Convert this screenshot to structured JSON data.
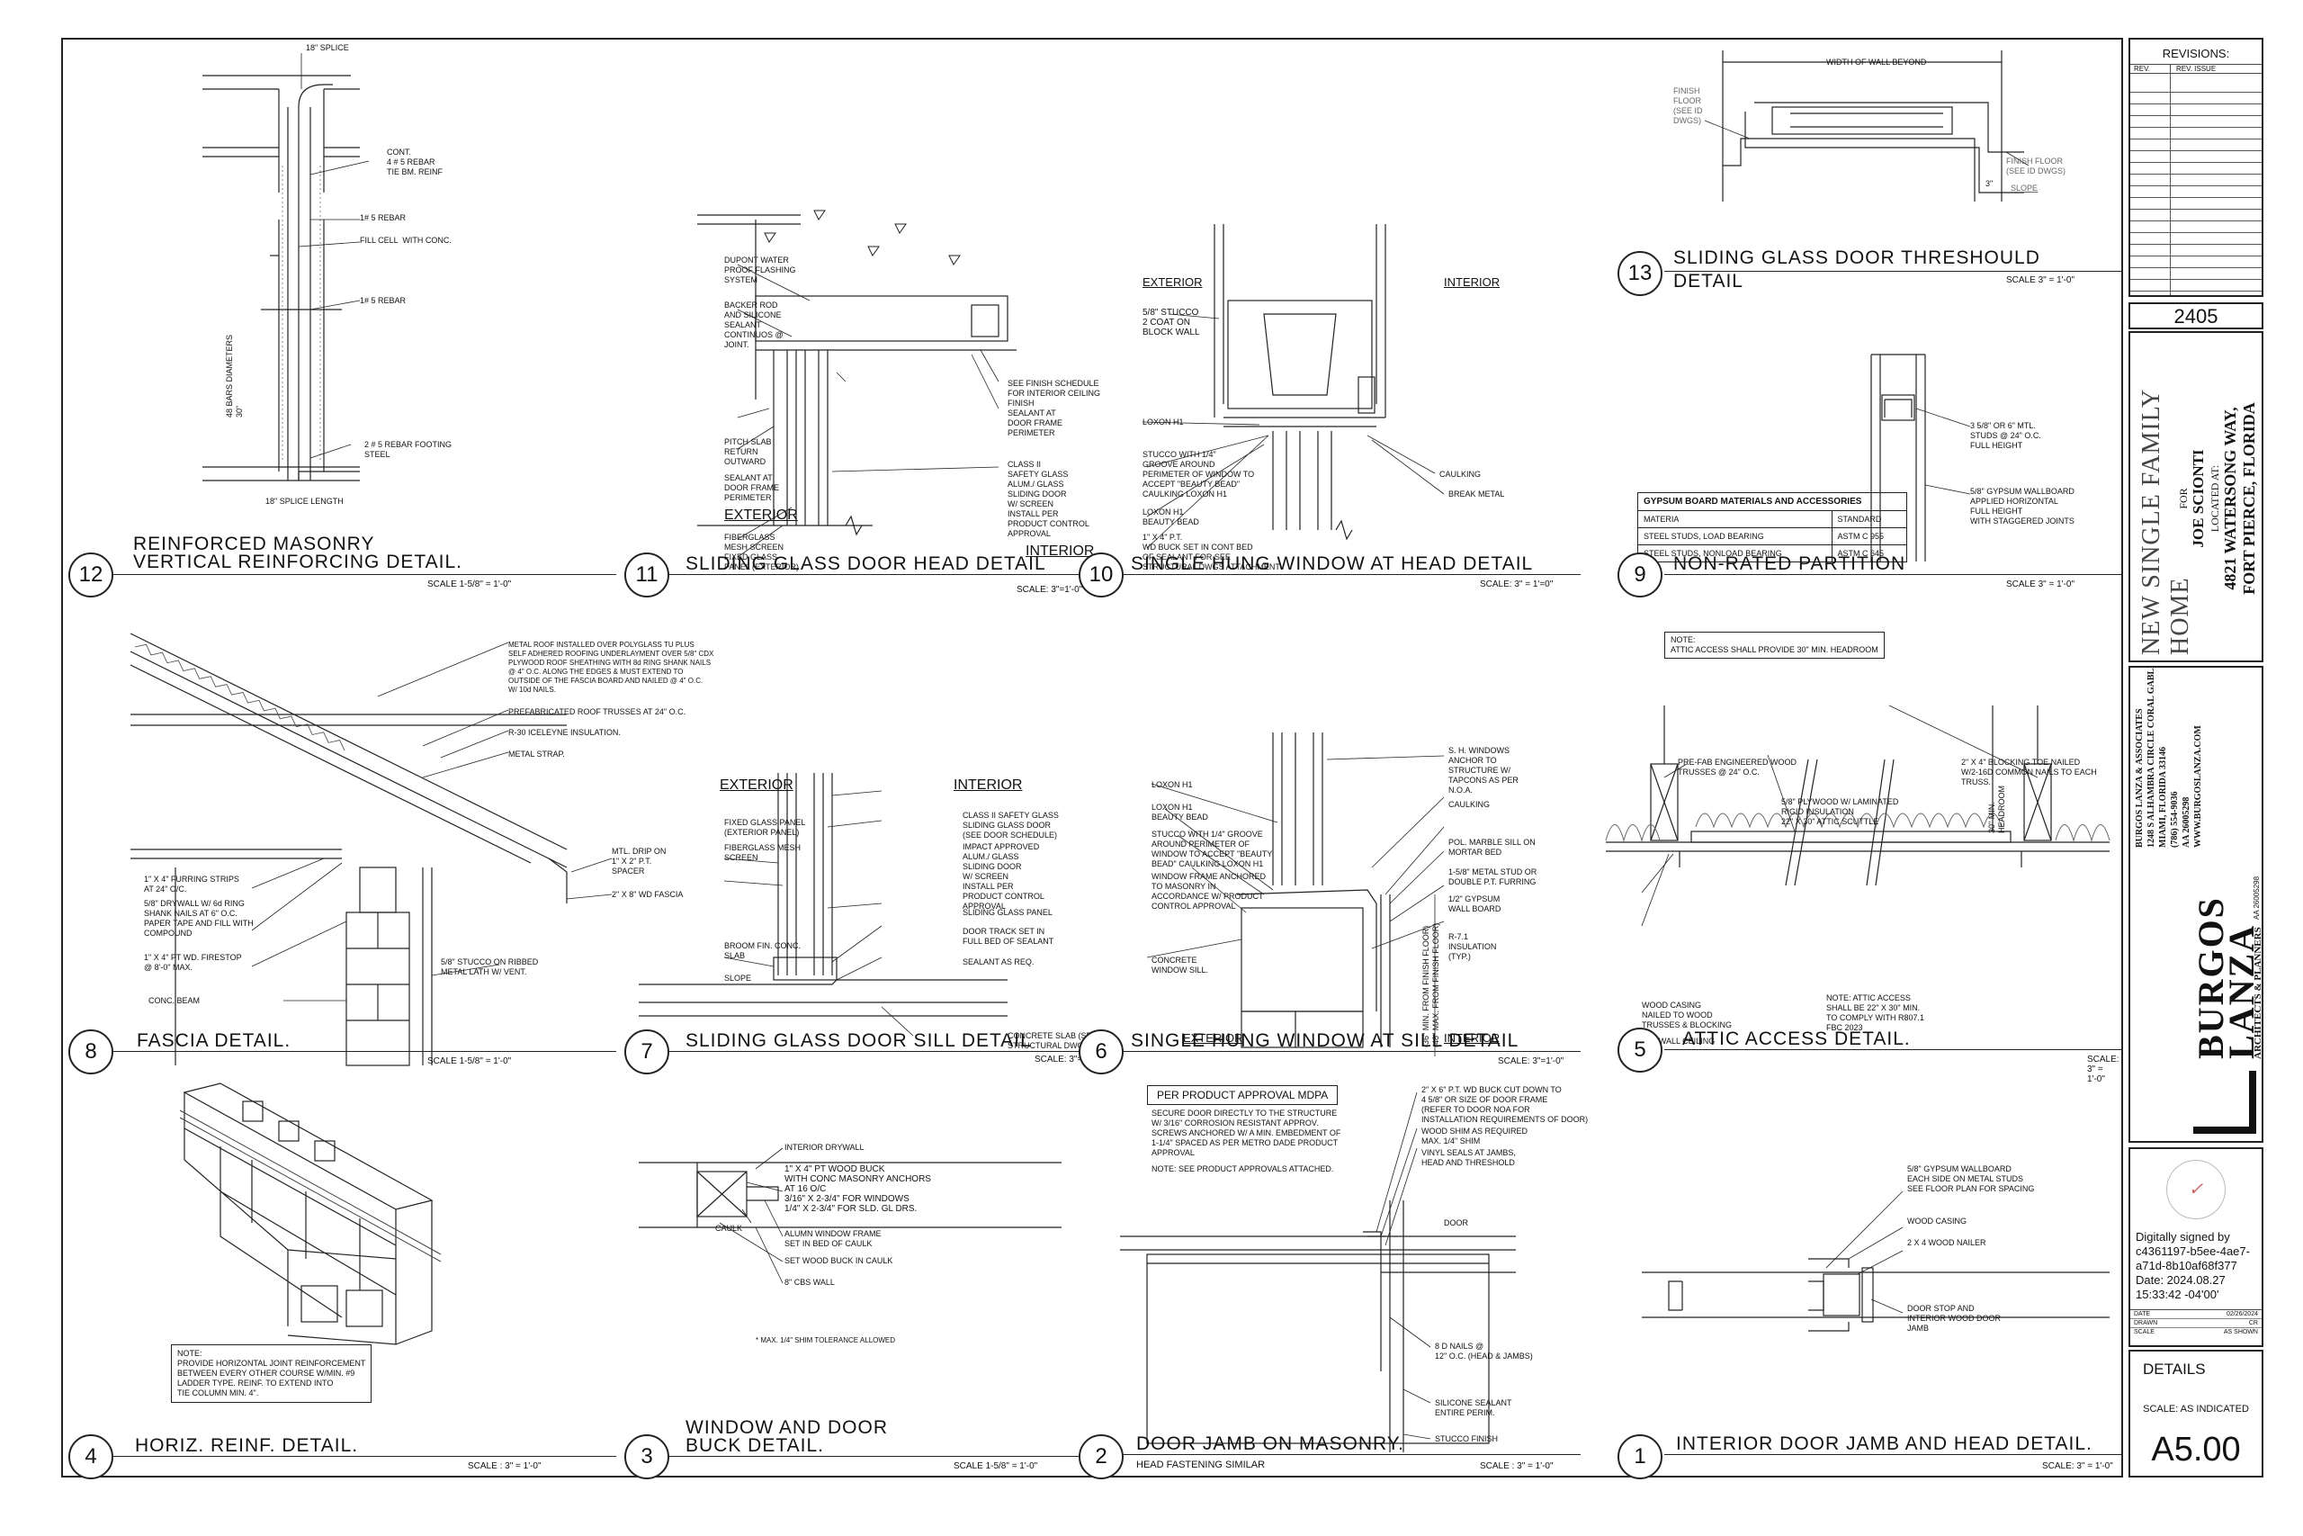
{
  "details": {
    "d12": {
      "num": "12",
      "title1": "REINFORCED MASONRY",
      "title2": "VERTICAL REINFORCING DETAIL.",
      "scale": "SCALE   1-5/8\" = 1'-0\"",
      "labels": [
        "18\" SPLICE",
        "CONT.\n4 # 5 REBAR\nTIE BM. REINF",
        "1# 5 REBAR",
        "FILL CELL  WITH CONC.",
        "1# 5 REBAR",
        "2 # 5 REBAR FOOTING\nSTEEL",
        "18\" SPLICE LENGTH",
        "48 BARS DIAMETERS\n30\""
      ]
    },
    "d11": {
      "num": "11",
      "title": "SLIDING GLASS DOOR HEAD DETAIL",
      "scale": "SCALE: 3\"=1'-0\"",
      "exterior": "EXTERIOR",
      "interior": "INTERIOR",
      "labels": [
        "DUPONT WATER\nPROOF FLASHING\nSYSTEM",
        "BACKER ROD\nAND SILICONE\nSEALANT\nCONTINUOS @\nJOINT.",
        "PITCH SLAB\nRETURN\nOUTWARD",
        "SEALANT AT\nDOOR FRAME\nPERIMETER",
        "SEE FINISH SCHEDULE\nFOR INTERIOR CEILING\nFINISH",
        "SEALANT AT\nDOOR FRAME\nPERIMETER",
        "CLASS II\nSAFETY GLASS\nALUM./ GLASS\nSLIDING DOOR\nW/ SCREEN\nINSTALL PER\nPRODUCT CONTROL\nAPPROVAL",
        "FIBERGLASS\nMESH SCREEN",
        "FIXED GLASS\nPANEL (EXTERIOR)"
      ]
    },
    "d10": {
      "num": "10",
      "title": "SINGLE HUNG WINDOW AT HEAD DETAIL",
      "scale": "SCALE: 3\" = 1'=0\"",
      "exterior": "EXTERIOR",
      "interior": "INTERIOR",
      "labels": [
        "5/8\" STUCCO\n2 COAT ON\nBLOCK WALL",
        "LOXON H1",
        "STUCCO WITH 1/4\"\nGROOVE AROUND\nPERIMETER OF WINDOW TO\nACCEPT \"BEAUTY BEAD\"\nCAULKING LOXON H1",
        "LOXON H1\nBEAUTY BEAD",
        "1\" X 4\" P.T.\nWD BUCK SET IN CONT BED\nOF SEALANT FOR SEE\nSTRUCTURAL DWGS ATTACHMENT",
        "CAULKING",
        "BREAK METAL"
      ]
    },
    "d13": {
      "num": "13",
      "title1": "SLIDING GLASS DOOR THRESHOULD",
      "title2": "DETAIL",
      "scale": "SCALE  3\" = 1'-0\"",
      "labels": [
        "WIDTH OF WALL BEYOND",
        "FINISH\nFLOOR\n(SEE ID\nDWGS)",
        "FINISH FLOOR\n(SEE ID DWGS)",
        "SLOPE",
        "3\""
      ]
    },
    "d9": {
      "num": "9",
      "title": "NON-RATED PARTITION",
      "scale": "SCALE   3\" = 1'-0\"",
      "labels": [
        "3 5/8\" OR 6\" MTL.\nSTUDS @ 24\" O.C.\nFULL HEIGHT",
        "5/8\" GYPSUM WALLBOARD\nAPPLIED HORIZONTAL\nFULL HEIGHT\nWITH STAGGERED JOINTS"
      ],
      "table": {
        "header": "GYPSUM BOARD MATERIALS AND ACCESSORIES",
        "rows": [
          [
            "MATERIA",
            "STANDARD"
          ],
          [
            "STEEL STUDS, LOAD BEARING",
            "ASTM C 955"
          ],
          [
            "STEEL STUDS, NONLOAD BEARING",
            "ASTM C 645"
          ]
        ]
      }
    },
    "d8": {
      "num": "8",
      "title": "FASCIA DETAIL.",
      "scale": "SCALE   1-5/8\" = 1'-0\"",
      "labels": [
        "METAL ROOF INSTALLED OVER POLYGLASS TU PLUS\nSELF ADHERED ROOFING UNDERLAYMENT OVER 5/8\" CDX\nPLYWOOD ROOF SHEATHING WITH 8d RING SHANK NAILS\n@ 4\" O.C. ALONG THE EDGES & MUST EXTEND TO\nOUTSIDE OF THE FASCIA BOARD AND NAILED @ 4\" O.C.\nW/ 10d NAILS.",
        "PREFABRICATED ROOF TRUSSES AT 24\" O.C.",
        "R-30 ICELEYNE INSULATION.",
        "METAL STRAP.",
        "MTL. DRIP ON\n1\" X 2\" P.T.\nSPACER",
        "2\" X 8\" WD FASCIA",
        "1\" X 4\" FURRING STRIPS\nAT 24\" O/C.",
        "5/8\" DRYWALL W/ 6d RING\nSHANK NAILS AT 6\" O.C.\nPAPER TAPE AND FILL WITH\nCOMPOUND",
        "1\" X 4\" PT WD. FIRESTOP\n@ 8'-0\" MAX.",
        "5/8\" STUCCO ON RIBBED\nMETAL LATH W/ VENT.",
        "CONC. BEAM"
      ]
    },
    "d7": {
      "num": "7",
      "title": "SLIDING GLASS DOOR SILL DETAIL",
      "scale": "SCALE: 3\"=1'-0\"",
      "exterior": "EXTERIOR",
      "interior": "INTERIOR",
      "labels": [
        "FIXED GLASS PANEL\n(EXTERIOR PANEL)",
        "FIBERGLASS MESH\nSCREEN",
        "BROOM FIN. CONC.\nSLAB",
        "SLOPE",
        "CLASS II SAFETY GLASS\nSLIDING GLASS DOOR\n(SEE DOOR SCHEDULE)",
        "IMPACT APPROVED\nALUM./ GLASS\nSLIDING DOOR\nW/ SCREEN\nINSTALL PER\nPRODUCT CONTROL\nAPPROVAL",
        "SLIDING GLASS PANEL",
        "DOOR TRACK SET IN\nFULL BED OF SEALANT",
        "SEALANT AS REQ.",
        "CONCRETE SLAB (SEE\nSTRUCTURAL DWGS.)"
      ]
    },
    "d6": {
      "num": "6",
      "title": "SINGLE HUNG WINDOW AT SILL DETAIL",
      "scale": "SCALE: 3\"=1'-0\"",
      "exterior": "EXTERIOR",
      "interior": "INTERIOR",
      "labels": [
        "LOXON H1",
        "LOXON H1\nBEAUTY BEAD",
        "STUCCO WITH 1/4\" GROOVE\nAROUND PERIMETER OF\nWINDOW TO ACCEPT \"BEAUTY\nBEAD\" CAULKING LOXON H1",
        "WINDOW FRAME ANCHORED\nTO MASONRY IN\nACCORDANCE W/ PRODUCT\nCONTROL APPROVAL",
        "CONCRETE\nWINDOW SILL.",
        "S. H. WINDOWS\nANCHOR TO\nSTRUCTURE W/\nTAPCONS AS PER\nN.O.A.",
        "CAULKING",
        "POL. MARBLE SILL ON\nMORTAR BED",
        "1-5/8\" METAL STUD OR\nDOUBLE P.T. FURRING",
        "1/2\" GYPSUM\nWALL BOARD",
        "R-7.1\nINSULATION\n(TYP.)",
        "(36\" MIN. FROM FINISH FLOOR)\n(48\" MAX. FROM FINISH FLOOR)"
      ]
    },
    "d5": {
      "num": "5",
      "title": "ATTIC ACCESS DETAIL.",
      "scale": "SCALE: 3\" = 1'-0\"",
      "note": "NOTE:\nATTIC ACCESS SHALL PROVIDE 30\" MIN. HEADROOM",
      "labels": [
        "PRE-FAB ENGINEERED WOOD\nTRUSSES @ 24\" O.C.",
        "2\" X 4\" BLOCKING TOE NAILED\nW/2-16D COMMON NAILS TO EACH\nTRUSS.",
        "5/8\" PLYWOOD W/ LAMINATED\nRIGID INSULATION\n22\" X 30\" ATTIC SCUTTLE",
        "30\" MIN.\nHEADROOM",
        "WOOD CASING\nNAILED TO WOOD\nTRUSSES & BLOCKING",
        "DRYWALL CEILING",
        "NOTE: ATTIC ACCESS\nSHALL BE 22\" X 30\" MIN.\nTO COMPLY WITH R807.1\nFBC 2023"
      ]
    },
    "d4": {
      "num": "4",
      "title": "HORIZ. REINF. DETAIL.",
      "scale": "SCALE : 3\" = 1'-0\"",
      "note": "NOTE:\nPROVIDE HORIZONTAL JOINT REINFORCEMENT\nBETWEEN EVERY OTHER COURSE W/MIN. #9\nLADDER TYPE. REINF. TO EXTEND INTO\nTIE COLUMN MIN. 4\"."
    },
    "d3": {
      "num": "3",
      "title1": "WINDOW AND DOOR",
      "title2": "BUCK DETAIL.",
      "scale": "SCALE    1-5/8\" = 1'-0\"",
      "labels": [
        "INTERIOR DRYWALL",
        "1\" X 4\" PT WOOD BUCK\nWITH CONC MASONRY ANCHORS\nAT 16 O/C\n3/16\" X 2-3/4\" FOR WINDOWS\n1/4\" X 2-3/4\" FOR SLD. GL DRS.",
        "CAULK",
        "ALUMN WINDOW FRAME\nSET IN BED OF CAULK",
        "SET WOOD BUCK IN CAULK",
        "8\" CBS WALL",
        "* MAX. 1/4\" SHIM TOLERANCE ALLOWED"
      ]
    },
    "d2": {
      "num": "2",
      "title": "DOOR JAMB ON MASONRY.",
      "subtitle": "HEAD FASTENING SIMILAR",
      "scale": "SCALE : 3\" = 1'-0\"",
      "box": "PER PRODUCT APPROVAL MDPA",
      "labels": [
        "SECURE DOOR DIRECTLY TO THE STRUCTURE\nW/ 3/16\" CORROSION RESISTANT APPROV.\nSCREWS ANCHORED W/ A MIN. EMBEDMENT OF\n1-1/4\" SPACED AS PER METRO DADE PRODUCT\nAPPROVAL",
        "NOTE: SEE PRODUCT APPROVALS ATTACHED.",
        "2\" X 6\" P.T. WD BUCK CUT DOWN TO\n4 5/8\" OR SIZE OF DOOR FRAME\n(REFER TO DOOR NOA FOR\nINSTALLATION REQUIREMENTS OF DOOR)",
        "WOOD SHIM AS REQUIRED\nMAX. 1/4\" SHIM",
        "VINYL SEALS AT JAMBS,\nHEAD AND THRESHOLD",
        "DOOR",
        "8 D NAILS @\n12\" O.C. (HEAD & JAMBS)",
        "SILICONE SEALANT\nENTIRE PERIM.",
        "STUCCO FINISH"
      ]
    },
    "d1": {
      "num": "1",
      "title": "INTERIOR DOOR JAMB AND HEAD DETAIL.",
      "scale": "SCALE: 3\" = 1'-0\"",
      "labels": [
        "5/8\" GYPSUM WALLBOARD\nEACH SIDE ON METAL STUDS\nSEE FLOOR PLAN FOR SPACING",
        "WOOD CASING",
        "2 X 4 WOOD NAILER",
        "DOOR STOP AND\nINTERIOR WOOD DOOR\nJAMB"
      ]
    }
  },
  "title_block": {
    "revisions": "REVISIONS:",
    "rev": "REV.",
    "rev_issue": "REV. ISSUE",
    "project_no": "2405",
    "project_name": "NEW SINGLE FAMILY HOME",
    "for": "FOR",
    "client": "JOE SCIONTI",
    "located": "LOCATED AT:",
    "address1": "4821 WATERSONG WAY,",
    "address2": "FORT PIERCE, FLORIDA",
    "firm_logo1": "BURGOS",
    "firm_logo2": "LANZA",
    "firm_sub": "ARCHITECTS & PLANNERS",
    "firm_aa": "AA 26005298",
    "firm_info": "BURGOS LANZA & ASSOCIATES\n1248 S ALHAMBRA CIRCLE CORAL GABLES,\nMIAMI, FLORIDA 33146\n(786) 554-9036\nAA 26005298\nWWW.BURGOSLANZA.COM",
    "signature": "Digitally signed by\nc4361197-b5ee-4ae7-\na71d-8b10af68f377\nDate: 2024.08.27\n15:33:42 -04'00'",
    "date_label": "DATE",
    "date": "02/26/2024",
    "drawn_label": "DRAWN",
    "drawn": "CR",
    "scale_label": "SCALE",
    "scale": "AS SHOWN",
    "sheet_title": "DETAILS",
    "sheet_scale": "SCALE: AS INDICATED",
    "sheet_no": "A5.00"
  }
}
